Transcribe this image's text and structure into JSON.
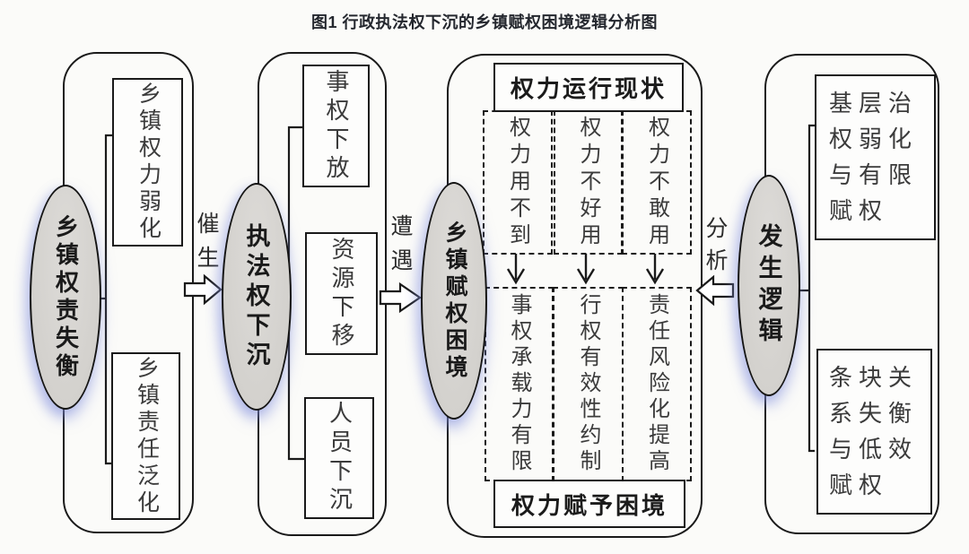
{
  "title": "图1 行政执法权下沉的乡镇赋权困境逻辑分析图",
  "sections": {
    "imbalance": {
      "ellipse": "乡镇权责失衡",
      "boxes": [
        "乡镇权力弱化",
        "乡镇责任泛化"
      ]
    },
    "sinking": {
      "ellipse": "执法权下沉",
      "boxes": [
        "事权下放",
        "资源下移",
        "人员下沉"
      ]
    },
    "dilemma": {
      "ellipse": "乡镇赋权困境",
      "header": "权力运行现状",
      "status": [
        "权力用不到",
        "权力不好用",
        "权力不敢用"
      ],
      "results": [
        "事权承载力有限",
        "行权有效性约制",
        "责任风险化提高"
      ],
      "footer": "权力赋予困境"
    },
    "logic": {
      "ellipse": "发生逻辑",
      "boxes": [
        "基层治权弱化与有限赋权",
        "条块关系失衡与低效赋权"
      ]
    }
  },
  "connectors": {
    "catalyze": "催生",
    "encounter": "遭遇",
    "analyze": "分析"
  },
  "colors": {
    "line": "#1a1a1a",
    "ellipse_fill": "#d3d1cd",
    "glow": "rgba(128,142,222,0.5)",
    "background": "#fbfbf9"
  }
}
